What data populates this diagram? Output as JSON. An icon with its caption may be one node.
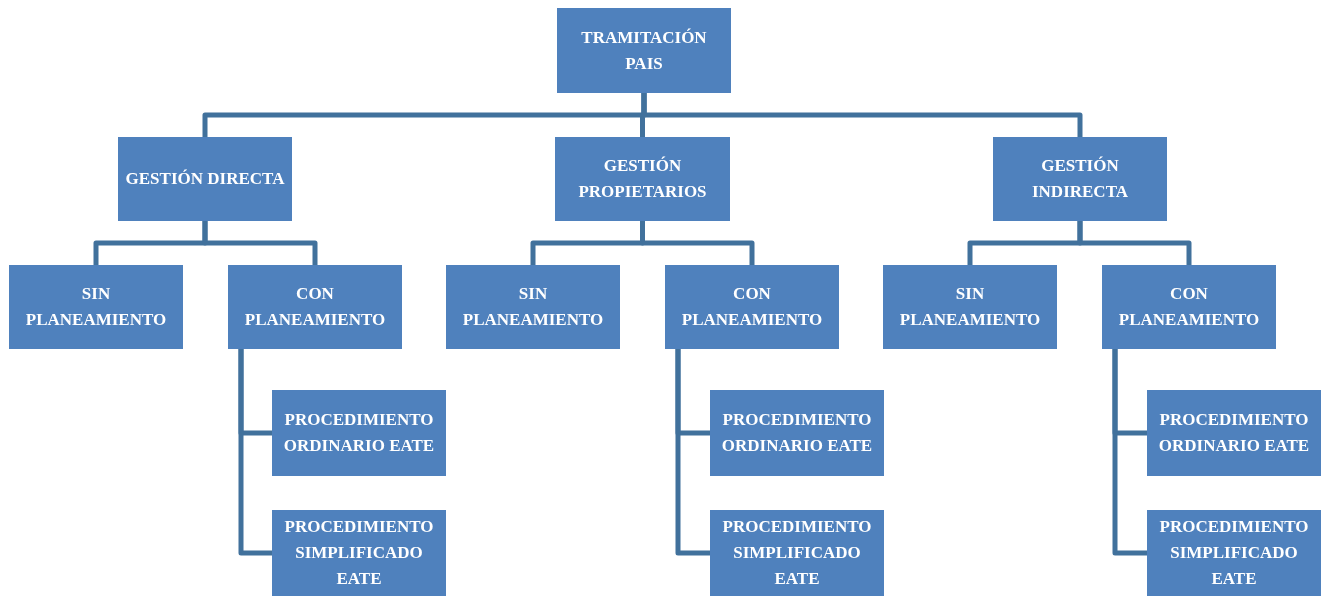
{
  "diagram": {
    "nodes": [
      {
        "text": [
          "TRAMITACIÓN PAIS"
        ]
      },
      {
        "text": [
          "GESTIÓN DIRECTA"
        ]
      },
      {
        "text": [
          "GESTIÓN PROPIETARIOS"
        ]
      },
      {
        "text": [
          "GESTIÓN INDIRECTA"
        ]
      },
      {
        "text": [
          "SIN PLANEAMIENTO"
        ]
      },
      {
        "text": [
          "CON PLANEAMIENTO"
        ]
      },
      {
        "text": [
          "SIN PLANEAMIENTO"
        ]
      },
      {
        "text": [
          "CON PLANEAMIENTO"
        ]
      },
      {
        "text": [
          "SIN PLANEAMIENTO"
        ]
      },
      {
        "text": [
          "CON PLANEAMIENTO"
        ]
      },
      {
        "text": [
          "PROCEDIMIENTO ORDINARIO EATE"
        ]
      },
      {
        "text": [
          "PROCEDIMIENTO ORDINARIO EATE"
        ]
      },
      {
        "text": [
          "PROCEDIMIENTO ORDINARIO EATE"
        ]
      },
      {
        "text": [
          "PROCEDIMIENTO SIMPLIFICADO EATE"
        ]
      },
      {
        "text": [
          "PROCEDIMIENTO SIMPLIFICADO EATE"
        ]
      },
      {
        "text": [
          "PROCEDIMIENTO SIMPLIFICADO EATE"
        ]
      }
    ],
    "edges": [
      {
        "from": 0,
        "to": 1,
        "arrow": "none"
      },
      {
        "from": 0,
        "to": 2,
        "arrow": "none"
      },
      {
        "from": 0,
        "to": 3,
        "arrow": "none"
      },
      {
        "from": 1,
        "to": 4,
        "arrow": "none"
      },
      {
        "from": 1,
        "to": 5,
        "arrow": "none"
      },
      {
        "from": 2,
        "to": 6,
        "arrow": "none"
      },
      {
        "from": 2,
        "to": 7,
        "arrow": "none"
      },
      {
        "from": 3,
        "to": 8,
        "arrow": "none"
      },
      {
        "from": 3,
        "to": 9,
        "arrow": "none"
      },
      {
        "from": 5,
        "to": 10,
        "arrow": "none"
      },
      {
        "from": 5,
        "to": 13,
        "arrow": "none"
      },
      {
        "from": 7,
        "to": 11,
        "arrow": "none"
      },
      {
        "from": 7,
        "to": 14,
        "arrow": "none"
      },
      {
        "from": 9,
        "to": 12,
        "arrow": "none"
      },
      {
        "from": 9,
        "to": 15,
        "arrow": "none"
      }
    ]
  }
}
